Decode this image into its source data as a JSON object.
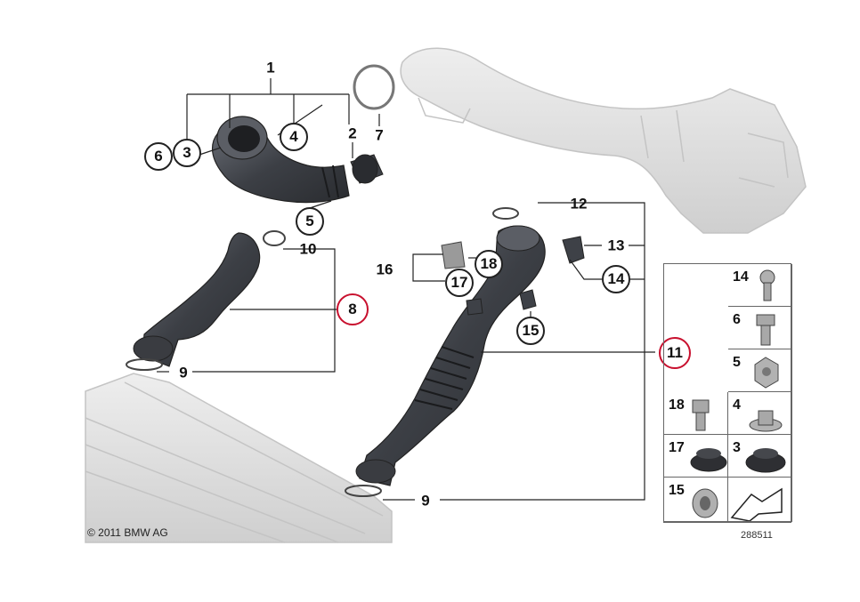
{
  "callouts": {
    "n1": "1",
    "n2": "2",
    "n3": "3",
    "n4": "4",
    "n5": "5",
    "n6": "6",
    "n7": "7",
    "n8": "8",
    "n9a": "9",
    "n9b": "9",
    "n10": "10",
    "n11": "11",
    "n12": "12",
    "n13": "13",
    "n14": "14",
    "n15": "15",
    "n16": "16",
    "n17": "17",
    "n18": "18"
  },
  "legend": {
    "c14": "14",
    "c6": "6",
    "c5": "5",
    "c18": "18",
    "c4": "4",
    "c17": "17",
    "c3": "3",
    "c15": "15"
  },
  "footer": {
    "copyright": "© 2011 BMW AG",
    "diagram_number": "288511"
  },
  "colors": {
    "highlight": "#c8102e",
    "hose": "#4a4d54",
    "line": "#222222"
  }
}
